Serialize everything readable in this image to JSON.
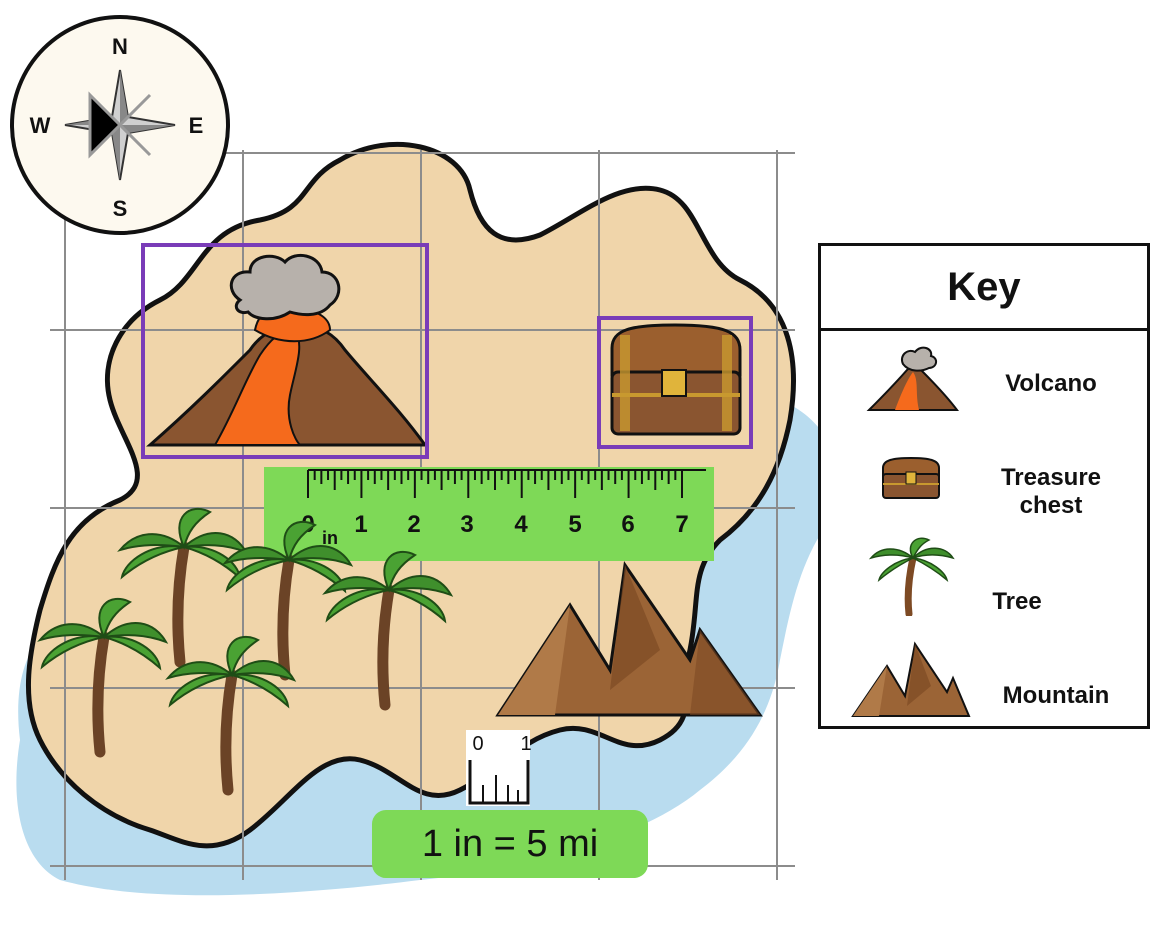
{
  "compass": {
    "n": "N",
    "s": "S",
    "e": "E",
    "w": "W"
  },
  "ruler": {
    "unit": "in",
    "numbers": [
      "0",
      "1",
      "2",
      "3",
      "4",
      "5",
      "6",
      "7"
    ]
  },
  "scale_bar": {
    "start": "0",
    "end": "1",
    "label": "1 in = 5 mi"
  },
  "key": {
    "title": "Key",
    "items": [
      {
        "label": "Volcano",
        "icon": "volcano-icon"
      },
      {
        "label": "Treasure chest",
        "icon": "treasure-chest-icon"
      },
      {
        "label": "Tree",
        "icon": "palm-tree-icon"
      },
      {
        "label": "Mountain",
        "icon": "mountain-icon"
      }
    ]
  },
  "colors": {
    "land": "#f0d5aa",
    "water": "#b9dcef",
    "grid": "#8c8c8c",
    "highlight": "#7a3cb8",
    "ruler": "#7ed957",
    "volcano_lava": "#f56a1c",
    "rock": "#8a5530",
    "palm": "#3f8f2c"
  }
}
